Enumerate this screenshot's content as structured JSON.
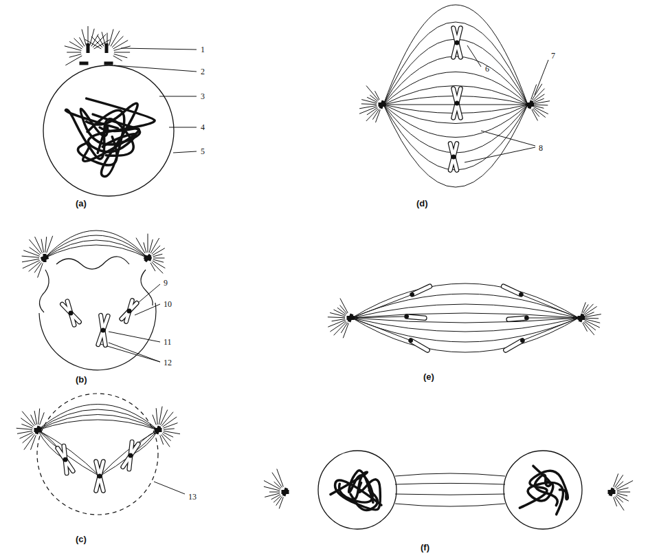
{
  "diagram": {
    "labels": [
      "1",
      "2",
      "3",
      "4",
      "5",
      "(a)",
      "6",
      "7",
      "8",
      "(d)",
      "9",
      "10",
      "11",
      "12",
      "(b)",
      "(e)",
      "13",
      "(c)",
      "(f)"
    ]
  }
}
